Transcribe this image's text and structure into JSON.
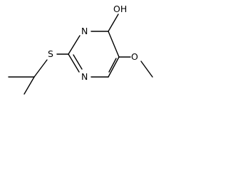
{
  "molecule": {
    "atoms": {
      "oh": "OH",
      "n_top": "N",
      "n_bottom": "N",
      "s": "S",
      "o_methoxy": "O"
    },
    "colors": {
      "bond": "#000000",
      "text": "#000000",
      "background": "#ffffff"
    }
  }
}
